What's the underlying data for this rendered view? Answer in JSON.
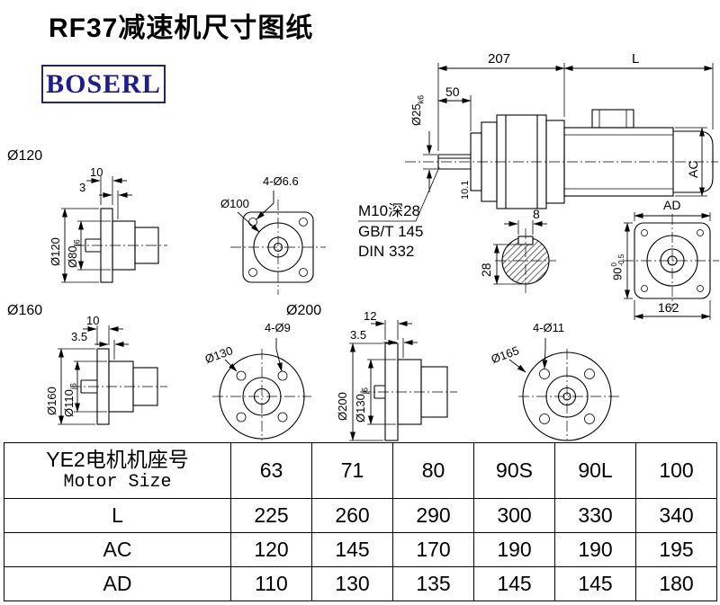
{
  "header": {
    "title": "RF37减速机尺寸图纸",
    "brand": "BOSERL"
  },
  "main_view": {
    "dim_207": "207",
    "dim_L": "L",
    "dim_50": "50",
    "shaft_dia": "Ø25",
    "shaft_fit": "k6",
    "key_dim": "10.1",
    "dim_AC": "AC",
    "note_tap": "M10深28",
    "note_gb": "GB/T 145",
    "note_din": "DIN 332"
  },
  "section_view": {
    "key_width": "8",
    "key_height": "28"
  },
  "ad_view": {
    "dim_AD": "AD",
    "dim_162": "162",
    "dim_90": "90",
    "dim_90_tol_hi": "0",
    "dim_90_tol_lo": "-0.5"
  },
  "flange120": {
    "label": "Ø120",
    "dim_10": "10",
    "dim_3": "3",
    "dia_outer": "Ø120",
    "dia_spigot": "Ø80",
    "spigot_fit": "j6"
  },
  "box100": {
    "holes": "4-Ø6.6",
    "dia": "Ø100"
  },
  "flange160": {
    "label": "Ø160",
    "dim_10": "10",
    "dim_35": "3.5",
    "dia_outer": "Ø160",
    "dia_spigot": "Ø110",
    "spigot_fit": "j6"
  },
  "front130": {
    "holes": "4-Ø9",
    "dia": "Ø130"
  },
  "flange200": {
    "label": "Ø200",
    "dim_12": "12",
    "dim_35": "3.5",
    "dia_outer": "Ø200",
    "dia_spigot": "Ø130",
    "spigot_fit": "j6"
  },
  "front165": {
    "holes": "4-Ø11",
    "dia": "Ø165"
  },
  "table": {
    "row_header_cn": "YE2电机机座号",
    "row_header_en": "Motor Size",
    "motor_sizes": [
      "63",
      "71",
      "80",
      "90S",
      "90L",
      "100"
    ],
    "rows": [
      {
        "label": "L",
        "values": [
          "225",
          "260",
          "290",
          "300",
          "330",
          "340"
        ]
      },
      {
        "label": "AC",
        "values": [
          "120",
          "145",
          "170",
          "190",
          "190",
          "195"
        ]
      },
      {
        "label": "AD",
        "values": [
          "110",
          "130",
          "135",
          "145",
          "145",
          "180"
        ]
      }
    ]
  }
}
